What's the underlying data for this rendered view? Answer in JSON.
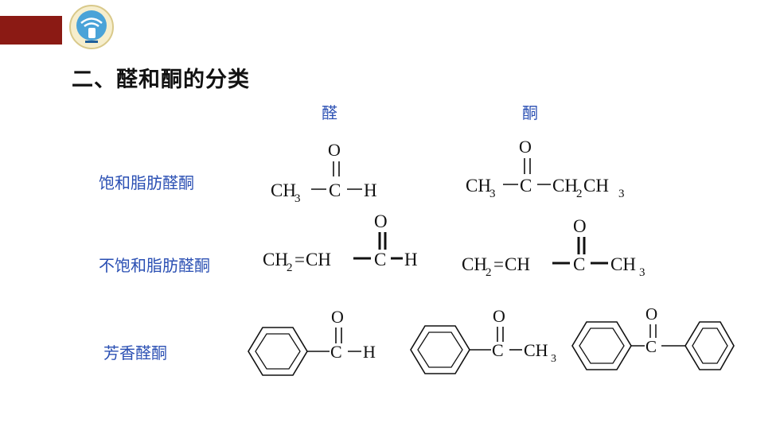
{
  "header": {
    "title": "二、醛和酮的分类"
  },
  "columns": {
    "aldehyde": "醛",
    "ketone": "酮"
  },
  "rows": [
    {
      "label": "饱和脂肪醛酮"
    },
    {
      "label": "不饱和脂肪醛酮"
    },
    {
      "label": "芳香醛酮"
    }
  ],
  "formulas": {
    "O": "O",
    "C": "C",
    "H": "H",
    "CH": "CH",
    "CH2": "CH",
    "CH3": "CH",
    "sub2": "2",
    "sub3": "3",
    "eq": "=",
    "ketone1_tail": "CH"
  },
  "colors": {
    "accent_red": "#8b1a14",
    "label_blue": "#2a4fb3"
  }
}
